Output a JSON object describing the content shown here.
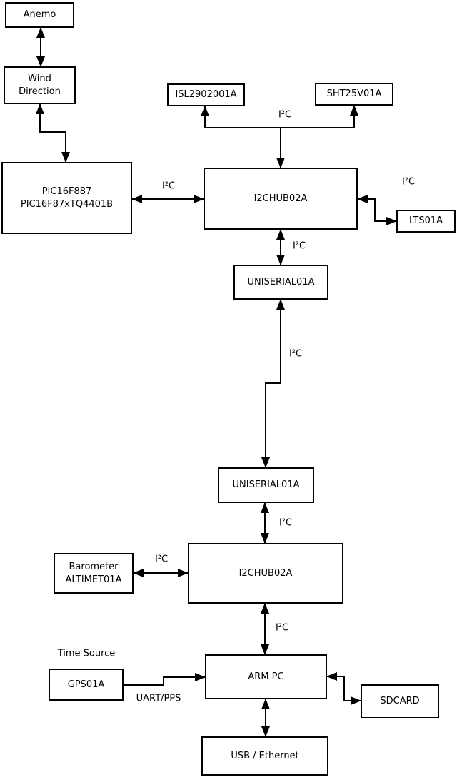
{
  "nodes": {
    "anemo": {
      "label": "Anemo"
    },
    "wind_direction": {
      "line1": "Wind",
      "line2": "Direction"
    },
    "pic": {
      "line1": "PIC16F887",
      "line2": "PIC16F87xTQ4401B"
    },
    "isl": {
      "label": "ISL2902001A"
    },
    "sht": {
      "label": "SHT25V01A"
    },
    "i2c_hub_upper": {
      "label": "I2CHUB02A"
    },
    "lts": {
      "label": "LTS01A"
    },
    "uniserial_upper": {
      "label": "UNISERIAL01A"
    },
    "uniserial_lower": {
      "label": "UNISERIAL01A"
    },
    "i2c_hub_lower": {
      "label": "I2CHUB02A"
    },
    "barometer": {
      "line1": "Barometer",
      "line2": "ALTIMET01A"
    },
    "gps": {
      "label": "GPS01A"
    },
    "arm_pc": {
      "label": "ARM PC"
    },
    "sdcard": {
      "label": "SDCARD"
    },
    "usb_ethernet": {
      "label": "USB / Ethernet"
    }
  },
  "edge_labels": {
    "bus_isl_sht": "I²C",
    "bus_pic_hub_upper": "I²C",
    "bus_hub_upper_lts": "I²C",
    "bus_hub_upper_uniserial": "I²C",
    "bus_uniserial_link": "I²C",
    "bus_uniserial_hub_lower": "I²C",
    "bus_barometer_hub_lower": "I²C",
    "bus_hub_lower_armpc": "I²C",
    "gps_link": "UART/PPS",
    "gps_caption": "Time Source"
  },
  "colors": {
    "background": "#ffffff",
    "box_fill": "#ffffff",
    "box_border": "#000000",
    "line": "#000000",
    "text": "#000000"
  }
}
